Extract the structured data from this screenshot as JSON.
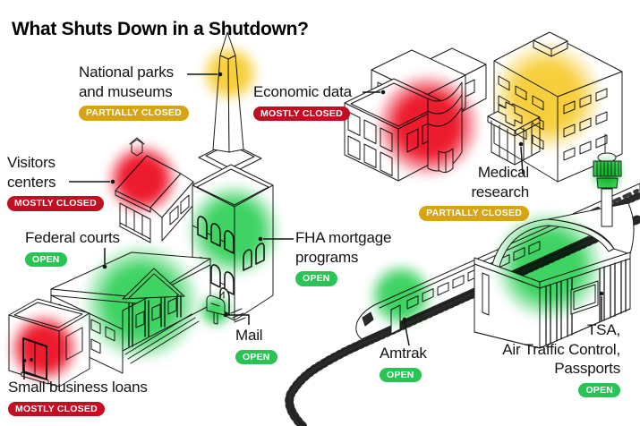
{
  "title": "What Shuts Down in a Shutdown?",
  "colors": {
    "background": "#ffffff",
    "ink": "#141414",
    "badge_open": "#29c356",
    "badge_partially_closed": "#d7a513",
    "badge_mostly_closed": "#c20e22",
    "glow_green": "#3ed363",
    "glow_yellow": "#f7cf3d",
    "glow_red": "#ed1b2e"
  },
  "entries": {
    "national_parks": {
      "lines": [
        "National parks",
        "and museums"
      ],
      "status": "PARTIALLY CLOSED"
    },
    "economic_data": {
      "lines": [
        "Economic data"
      ],
      "status": "MOSTLY CLOSED"
    },
    "visitors_centers": {
      "lines": [
        "Visitors",
        "centers"
      ],
      "status": "MOSTLY CLOSED"
    },
    "medical_research": {
      "lines": [
        "Medical",
        "research"
      ],
      "status": "PARTIALLY CLOSED"
    },
    "federal_courts": {
      "lines": [
        "Federal courts"
      ],
      "status": "OPEN"
    },
    "fha": {
      "lines": [
        "FHA mortgage",
        "programs"
      ],
      "status": "OPEN"
    },
    "mail": {
      "lines": [
        "Mail"
      ],
      "status": "OPEN"
    },
    "small_business": {
      "lines": [
        "Small business loans"
      ],
      "status": "MOSTLY CLOSED"
    },
    "amtrak": {
      "lines": [
        "Amtrak"
      ],
      "status": "OPEN"
    },
    "tsa": {
      "lines": [
        "TSA,",
        "Air Traffic Control,",
        "Passports"
      ],
      "status": "OPEN"
    }
  }
}
